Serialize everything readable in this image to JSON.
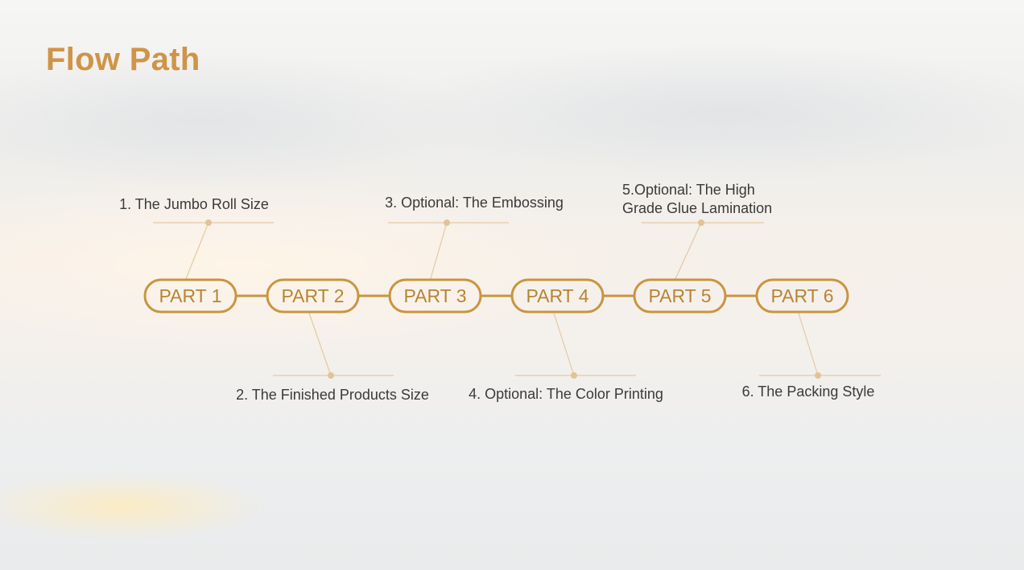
{
  "page": {
    "title": "Flow Path"
  },
  "colors": {
    "accent": "#c9953f",
    "leader_line": "#e4c9a3",
    "dot": "#e2c397",
    "pill_text": "#b98434",
    "label_text": "#3a3a3a",
    "title": "#cf9447"
  },
  "parts": [
    {
      "label": "PART 1",
      "step": [
        "1. The Jumbo Roll Size"
      ]
    },
    {
      "label": "PART 2",
      "step": [
        "2. The Finished Products Size"
      ]
    },
    {
      "label": "PART 3",
      "step": [
        "3. Optional: The Embossing"
      ]
    },
    {
      "label": "PART 4",
      "step": [
        "4. Optional: The Color Printing"
      ]
    },
    {
      "label": "PART 5",
      "step": [
        "5.Optional: The High",
        "Grade Glue Lamination"
      ]
    },
    {
      "label": "PART 6",
      "step": [
        "6. The Packing Style"
      ]
    }
  ]
}
